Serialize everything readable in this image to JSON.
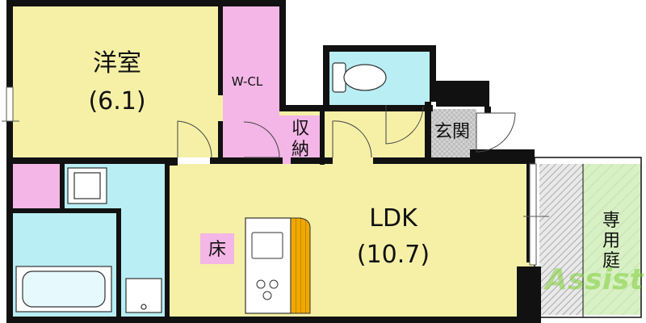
{
  "floorplan": {
    "rooms": {
      "western_room": {
        "name": "洋室",
        "size": "(6.1)"
      },
      "walk_in_closet": {
        "name": "W-CL"
      },
      "storage": {
        "name_line1": "収",
        "name_line2": "納"
      },
      "entrance": {
        "name": "玄関"
      },
      "ldk": {
        "name": "LDK",
        "size": "(10.7)"
      },
      "floor_storage": {
        "name": "床"
      },
      "private_garden": {
        "name_line1": "専",
        "name_line2": "用",
        "name_line3": "庭"
      }
    },
    "watermark": {
      "text": "Assist"
    },
    "colors": {
      "wall": "#111111",
      "western_room_floor": "#f5f0a6",
      "ldk_floor": "#f5f0a6",
      "closet": "#f3b6e6",
      "wet_area": "#b9eef4",
      "entrance_tile": "#cfcfcf",
      "garden": "#d8f0c4",
      "counter": "#f0a800"
    }
  }
}
